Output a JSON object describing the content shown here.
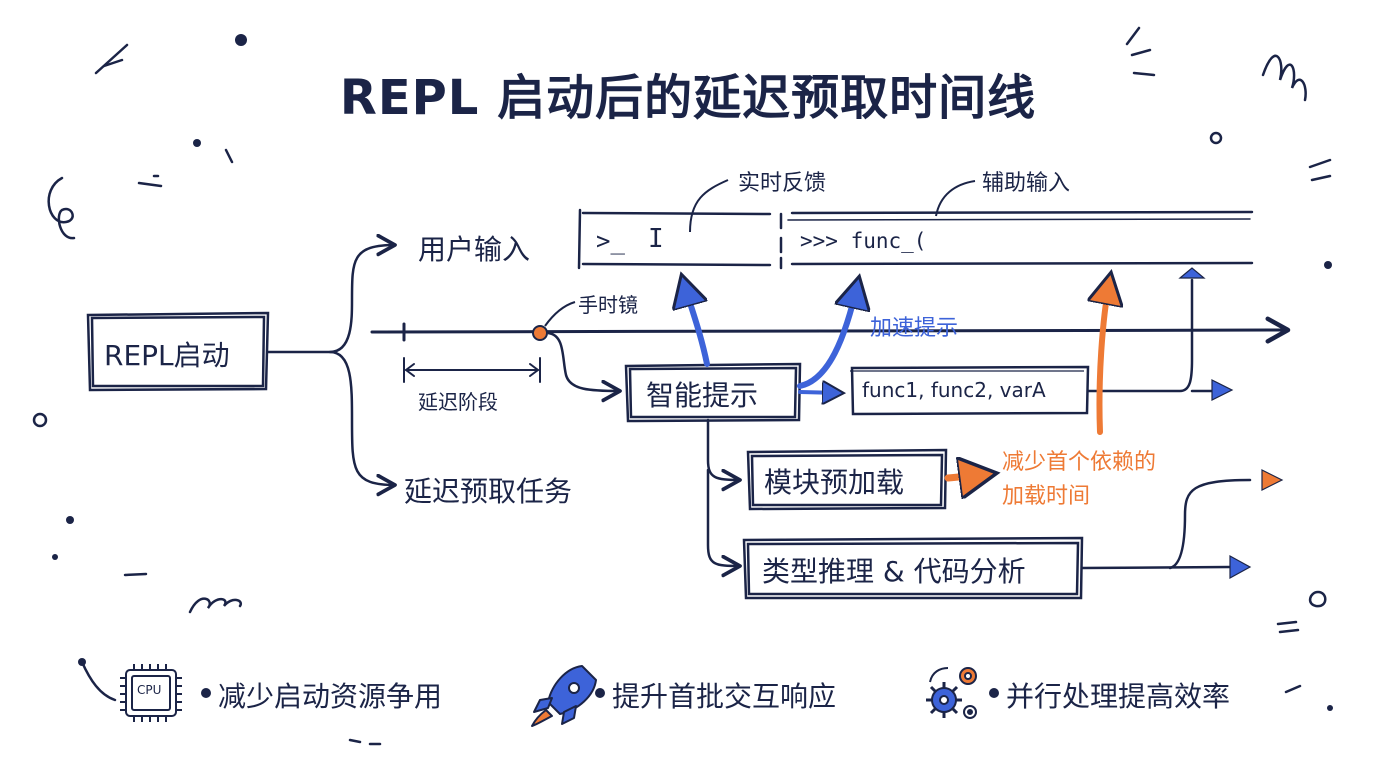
{
  "title": "REPL 启动后的延迟预取时间线",
  "nodes": {
    "repl_start": "REPL启动",
    "user_input": "用户输入",
    "deferred_prefetch": "延迟预取任务",
    "smart_hint": "智能提示",
    "module_preload": "模块预加载",
    "type_inference": "类型推理 & 代码分析"
  },
  "terminal": {
    "prompt_left": ">_",
    "cursor": "I",
    "prompt_right": ">>> func_("
  },
  "annotations": {
    "realtime_feedback": "实时反馈",
    "assisted_input": "辅助输入",
    "hand_time_lens": "手时镜",
    "delay_phase": "延迟阶段",
    "speed_up_hint": "加速提示",
    "suggestions": "func1, func2, varA",
    "reduce_dep_time": "减少首个依赖的\n加载时间"
  },
  "legend": [
    {
      "icon": "cpu-chip-icon",
      "icon_label": "CPU",
      "text": "减少启动资源争用"
    },
    {
      "icon": "rocket-icon",
      "text": "提升首批交互响应"
    },
    {
      "icon": "gears-icon",
      "text": "并行处理提高效率"
    }
  ],
  "colors": {
    "ink": "#1b2447",
    "accent_blue": "#3d63d9",
    "accent_orange": "#ee7a35",
    "background": "#ffffff"
  }
}
